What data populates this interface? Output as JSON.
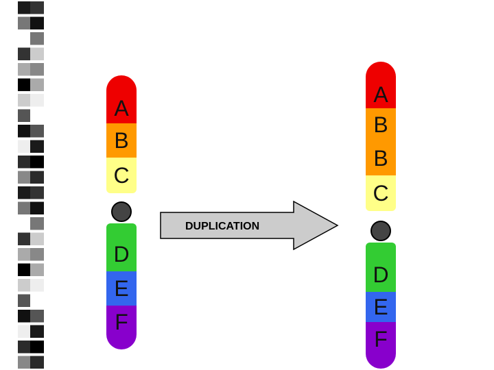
{
  "film_strip": {
    "light": "#ffffff",
    "dark": "#000000",
    "shades": [
      "#1a1a1a",
      "#777777",
      "#ffffff",
      "#333333",
      "#aaaaaa",
      "#000000",
      "#cccccc",
      "#555555",
      "#111111",
      "#eeeeee",
      "#2b2b2b",
      "#888888"
    ]
  },
  "colors": {
    "A": "#ee0000",
    "B": "#ff9900",
    "C": "#ffff88",
    "D": "#33cc33",
    "E": "#3366ee",
    "F": "#8800cc",
    "centromere": "#444444",
    "arrow_fill": "#cccccc"
  },
  "original": {
    "top_arm": [
      {
        "label": "A",
        "color": "#ee0000"
      },
      {
        "label": "B",
        "color": "#ff9900"
      },
      {
        "label": "C",
        "color": "#ffff88"
      }
    ],
    "bottom_arm": [
      {
        "label": "D",
        "color": "#33cc33"
      },
      {
        "label": "E",
        "color": "#3366ee"
      },
      {
        "label": "F",
        "color": "#8800cc"
      }
    ]
  },
  "duplicated": {
    "top_arm": [
      {
        "label": "A",
        "color": "#ee0000"
      },
      {
        "label": "B",
        "color": "#ff9900"
      },
      {
        "label": "B",
        "color": "#ff9900"
      },
      {
        "label": "C",
        "color": "#ffff88"
      }
    ],
    "bottom_arm": [
      {
        "label": "D",
        "color": "#33cc33"
      },
      {
        "label": "E",
        "color": "#3366ee"
      },
      {
        "label": "F",
        "color": "#8800cc"
      }
    ]
  },
  "arrow": {
    "label": "DUPLICATION"
  }
}
